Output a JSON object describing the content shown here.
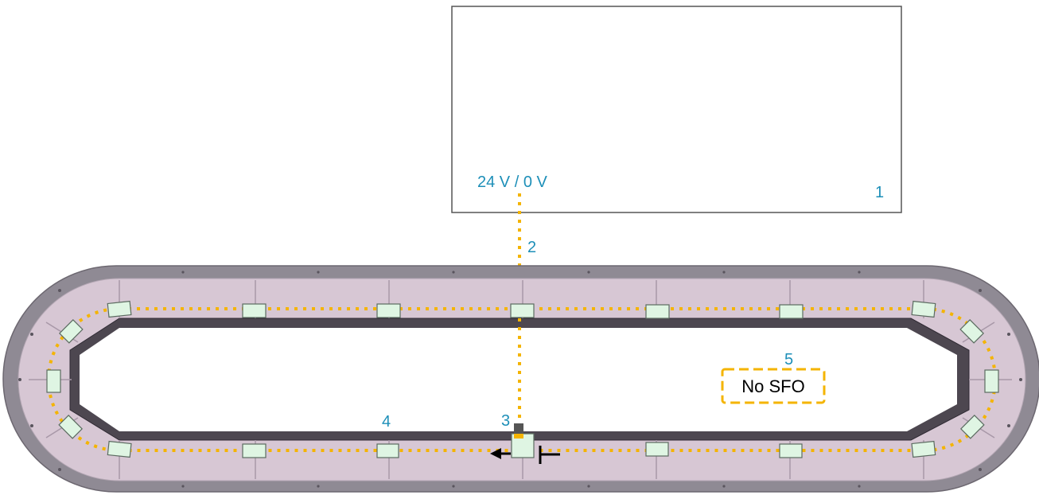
{
  "labels": {
    "power": "24 V / 0 V",
    "callout_1": "1",
    "callout_2": "2",
    "callout_3": "3",
    "callout_4": "4",
    "callout_5": "5",
    "no_sfo": "No SFO"
  },
  "colors": {
    "callout": "#1d8fb8",
    "dotted_line": "#f4b400",
    "track_body": "#d7c7d4",
    "track_rim": "#8f8a94",
    "carrier_fill": "#dff5e3",
    "carrier_stroke": "#5b6b60",
    "box_stroke": "#555555",
    "arrow": "#000000"
  },
  "icons": {
    "direction": "arrow-left-icon",
    "stop_mark": "stop-bar-icon",
    "connector": "connector-icon"
  }
}
